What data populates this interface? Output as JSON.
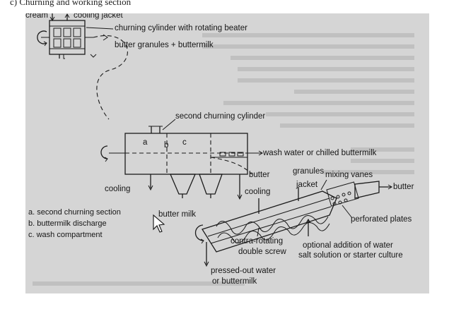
{
  "page": {
    "caption": "c) Churning and working section"
  },
  "diagram": {
    "labels": {
      "cream": "cream",
      "cooling_jacket": "cooling jacket",
      "churning_cylinder": "churning cylinder with rotating beater",
      "butter_granules": "butter granules + buttermilk",
      "second_churning_cylinder": "second churning cylinder",
      "section_a": "a",
      "section_b": "b",
      "section_c": "c",
      "wash_water": "wash water or chilled buttermilk",
      "butter_mid": "butter",
      "granules": "granules",
      "mixing_vanes": "mixing vanes",
      "butter_out": "butter",
      "jacket": "jacket",
      "cooling_left": "cooling",
      "cooling_right": "cooling",
      "butter_milk": "butter milk",
      "perforated_plates": "perforated plates",
      "contra_rotating": "contra-rotating",
      "double_screw": "double screw",
      "optional_water": "optional  addition of water",
      "salt_solution": "salt solution or starter culture",
      "pressed_out_water": "pressed-out water",
      "or_buttermilk": "or buttermilk"
    },
    "legend": [
      "a. second churning section",
      "b. buttermilk discharge",
      "c. wash compartment"
    ]
  },
  "cursor": {
    "icon": "mouse-pointer-icon"
  }
}
